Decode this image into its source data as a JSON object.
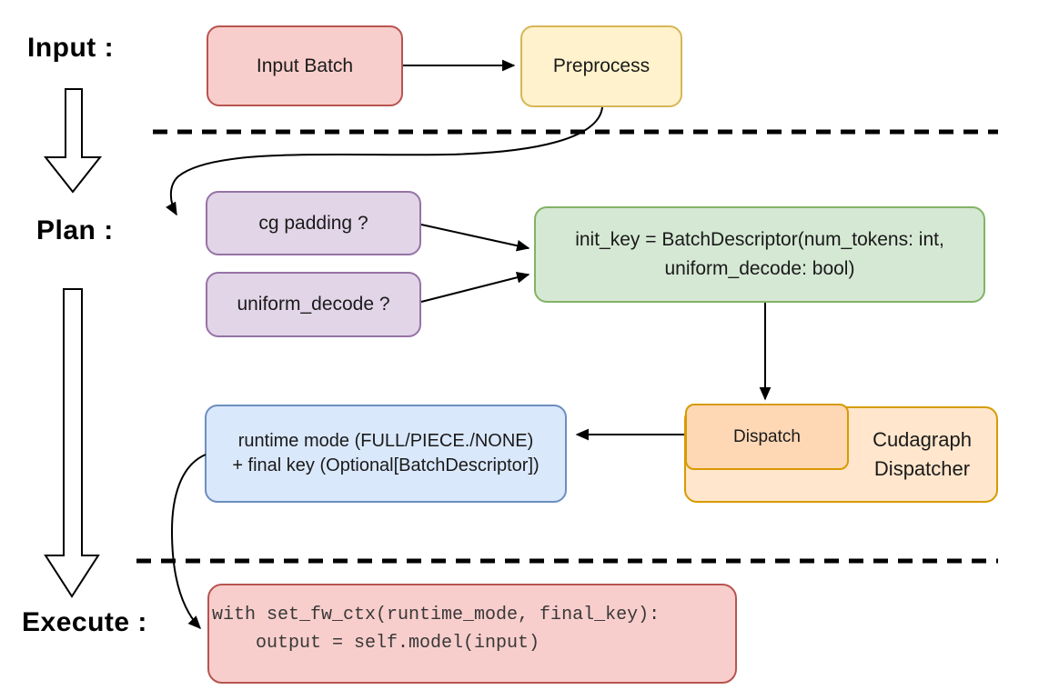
{
  "stages": {
    "input": "Input :",
    "plan": "Plan :",
    "execute": "Execute :"
  },
  "nodes": {
    "input_batch": {
      "label": "Input Batch"
    },
    "preprocess": {
      "label": "Preprocess"
    },
    "cg_padding": {
      "label": "cg padding ?"
    },
    "uniform_decode": {
      "label": "uniform_decode ?"
    },
    "init_key": {
      "line1": "init_key = BatchDescriptor(num_tokens: int,",
      "line2": "uniform_decode: bool)"
    },
    "dispatch": {
      "label": "Dispatch"
    },
    "cudagraph_dispatcher": {
      "line1": "Cudagraph",
      "line2": "Dispatcher"
    },
    "runtime_mode": {
      "line1": "runtime mode (FULL/PIECE./NONE)",
      "line2": "+ final key (Optional[BatchDescriptor])"
    },
    "execute_code": {
      "line1": "with set_fw_ctx(runtime_mode, final_key):",
      "line2": "    output = self.model(input)"
    }
  },
  "colors": {
    "red_fill": "#f8cecc",
    "red_border": "#b85450",
    "yellow_fill": "#fff2cc",
    "yellow_border": "#d6b656",
    "purple_fill": "#e1d5e7",
    "purple_border": "#9673a6",
    "green_fill": "#d5e8d4",
    "green_border": "#82b366",
    "orange_outer_fill": "#ffe6cc",
    "orange_inner_fill": "#fed7b5",
    "orange_border": "#d79b00",
    "blue_fill": "#dae8fc",
    "blue_border": "#6c8ebf",
    "connector": "#000000"
  }
}
